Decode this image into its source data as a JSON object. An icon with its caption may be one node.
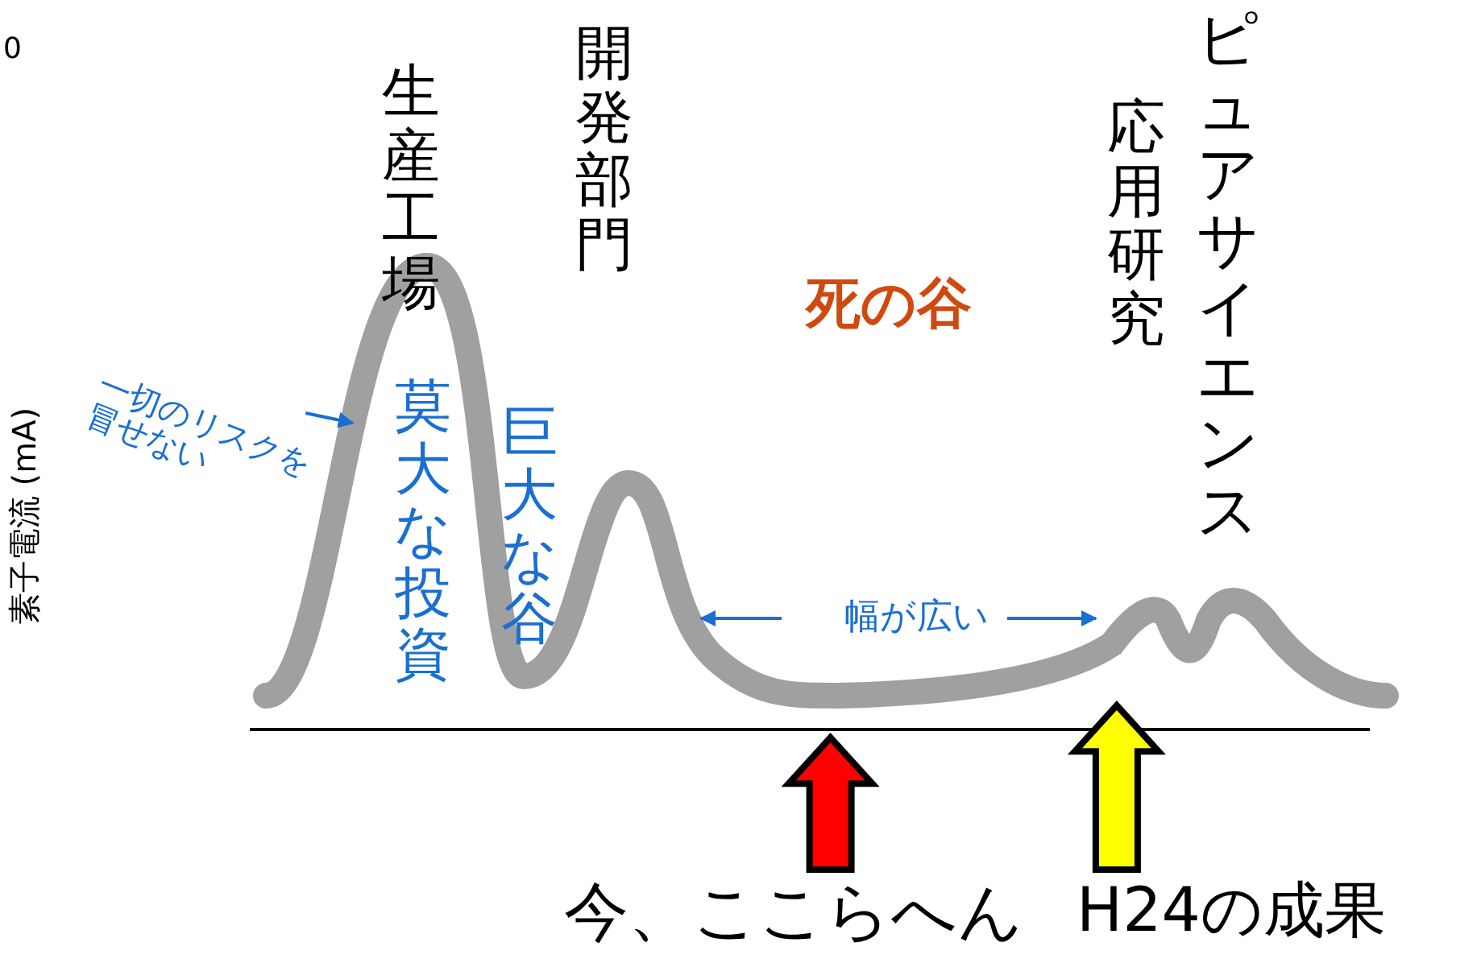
{
  "diagram": {
    "nodes": [
      {
        "text": [
          "一切のリスクを冒せない"
        ]
      },
      {
        "text": [
          "今、ここらへん"
        ]
      },
      {
        "text": [
          "H24の成果"
        ]
      },
      {
        "text": [],
        "shape": "curve"
      }
    ],
    "edges": [
      {
        "from": 0,
        "to": 3,
        "arrow": "to",
        "color": "#1a6fd1"
      },
      {
        "from": 1,
        "to": null,
        "arrow": "to",
        "style": "thick",
        "color": "#ff0000"
      },
      {
        "from": 2,
        "to": null,
        "arrow": "to",
        "style": "thick",
        "color": "#ffff00"
      }
    ],
    "labels": [
      "0",
      "素子電流 (mA)",
      "生産工場",
      "開発部門",
      "ピュアサイエンス",
      "応用研究",
      "死の谷",
      "莫大な投資",
      "巨大な谷",
      "幅が広い"
    ]
  }
}
